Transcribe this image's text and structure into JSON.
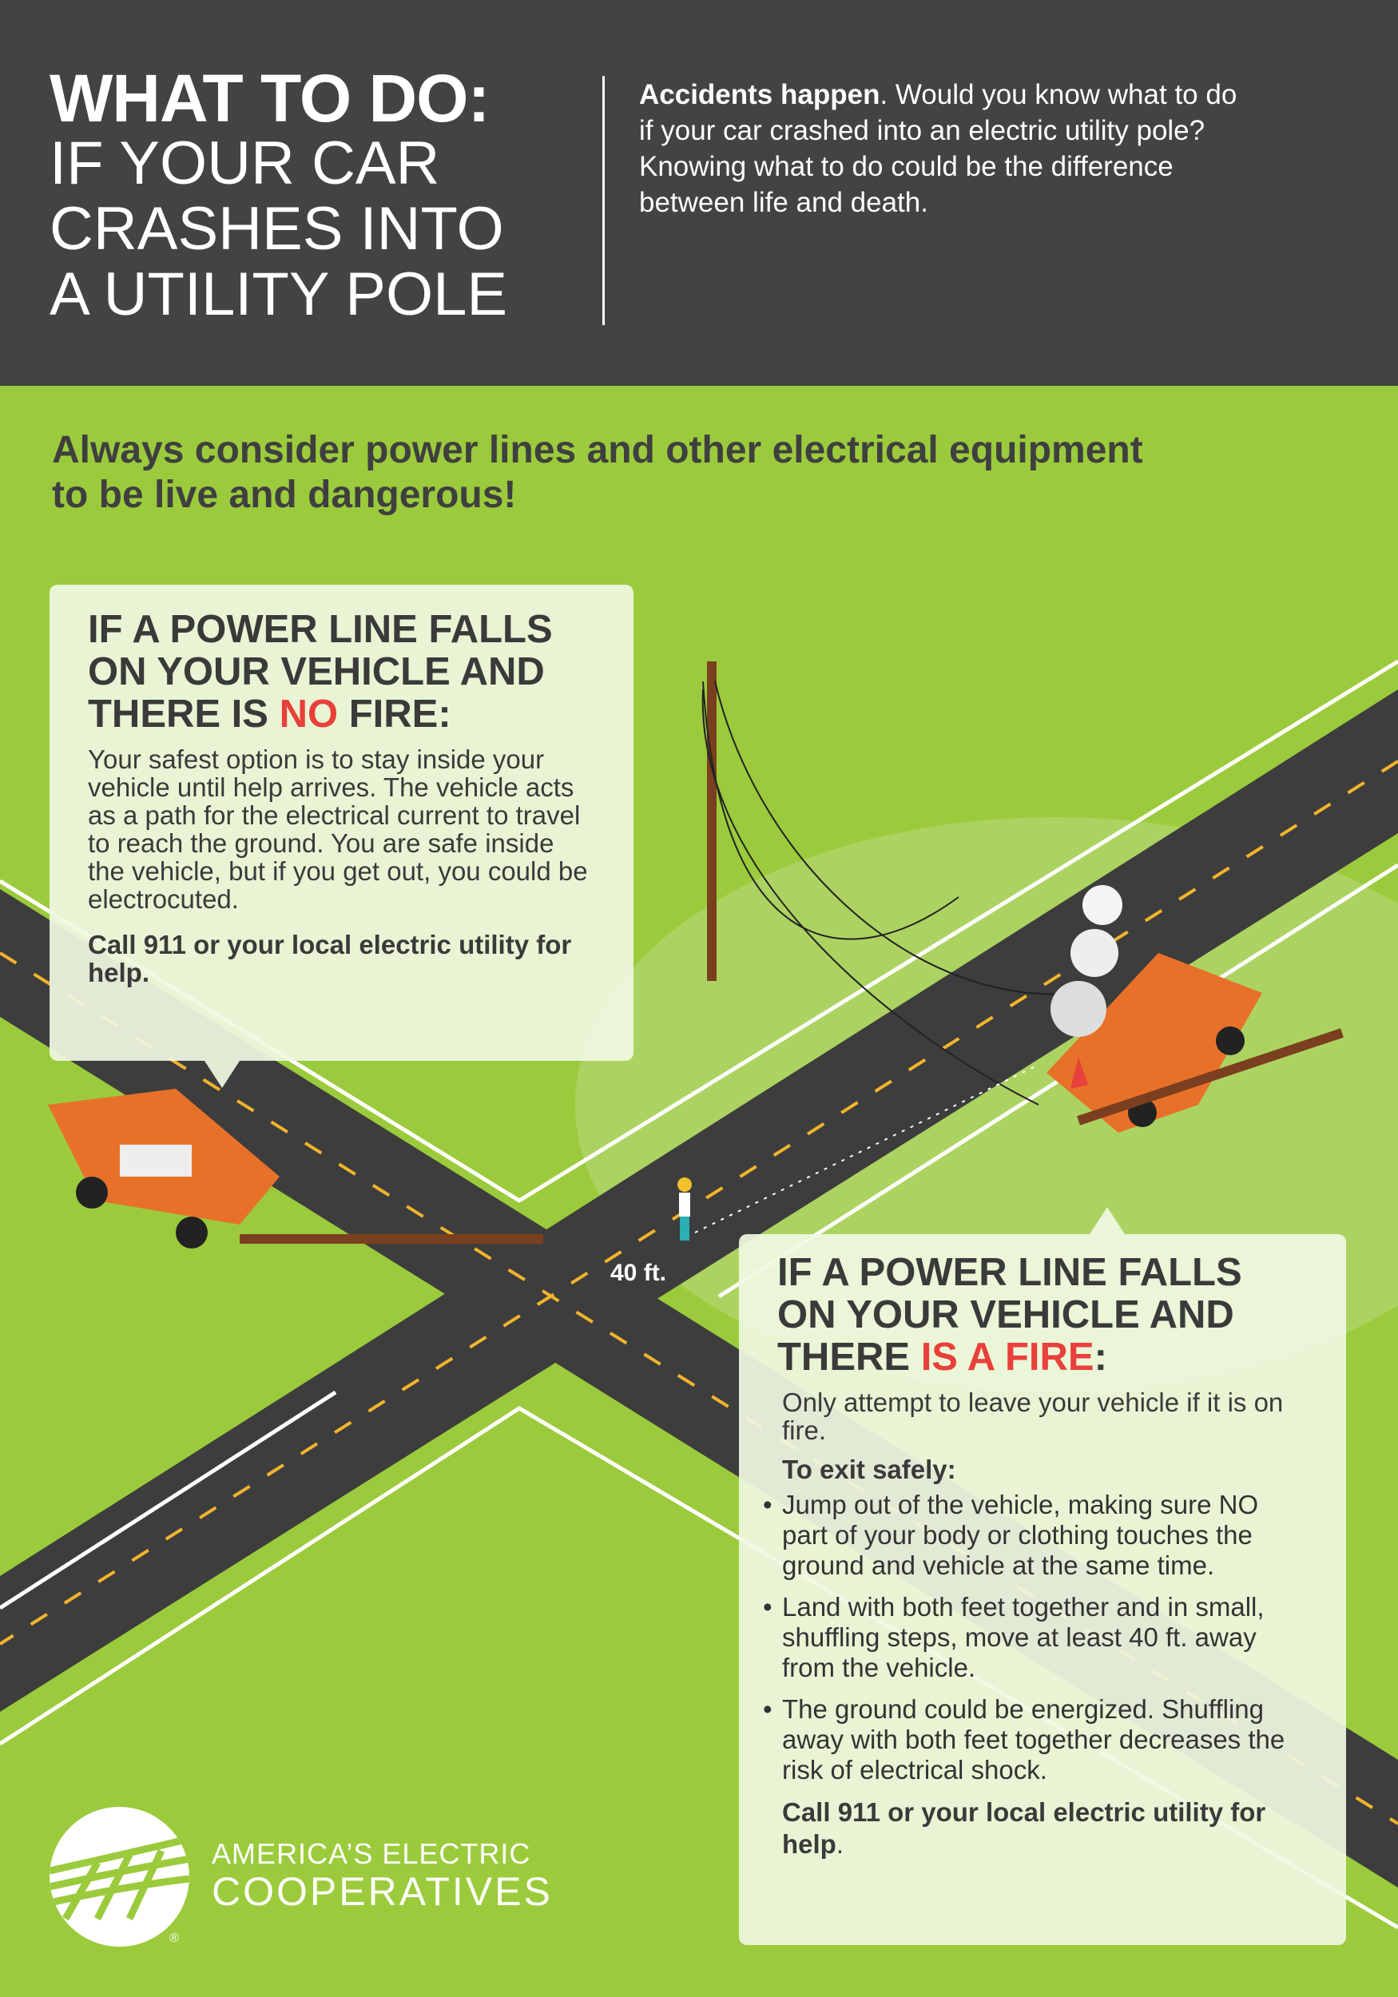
{
  "header": {
    "title_line1": "WHAT TO DO:",
    "title_line2": "IF YOUR CAR",
    "title_line3": "CRASHES INTO",
    "title_line4": "A UTILITY POLE",
    "intro_bold": "Accidents happen",
    "intro_rest": ". Would you know what to do if your car crashed into an electric utility pole? Knowing what to do could be the difference between life and death."
  },
  "tagline": "Always consider power lines and other electrical equipment to be live and dangerous!",
  "no_fire": {
    "heading_a": "IF A POWER LINE FALLS ON YOUR VEHICLE AND THERE IS ",
    "heading_red": "NO",
    "heading_b": " FIRE:",
    "body": "Your safest option is to stay inside your vehicle until help arrives. The vehicle acts as a path for the electrical current to travel to reach the ground. You are safe inside the vehicle, but if you get out, you could be electrocuted.",
    "call": "Call 911 or your local electric utility for help."
  },
  "fire": {
    "heading_a": "IF A POWER LINE FALLS ON YOUR VEHICLE AND THERE ",
    "heading_red": "IS A FIRE",
    "heading_b": ":",
    "intro": "Only attempt to leave your vehicle if it is on fire.",
    "exit_label": "To exit safely:",
    "bullets": [
      "Jump out of the vehicle, making sure NO part of your body or clothing touches the ground and vehicle at the same time.",
      "Land with both feet together and in small, shuffling steps, move at least 40 ft. away from the vehicle.",
      "The ground could be energized. Shuffling away with both feet together decreases the risk of electrical shock."
    ],
    "call_bold": "Call 911 or your local electric utility for help",
    "call_end": "."
  },
  "distance_label": "40 ft.",
  "logo": {
    "line1": "AMERICA’S ELECTRIC",
    "line2": "COOPERATIVES",
    "reg": "®"
  },
  "colors": {
    "header": "#434343",
    "green": "#9bcb3c",
    "red": "#e8403a",
    "road": "#3d3d3d",
    "truck": "#e8712a"
  }
}
